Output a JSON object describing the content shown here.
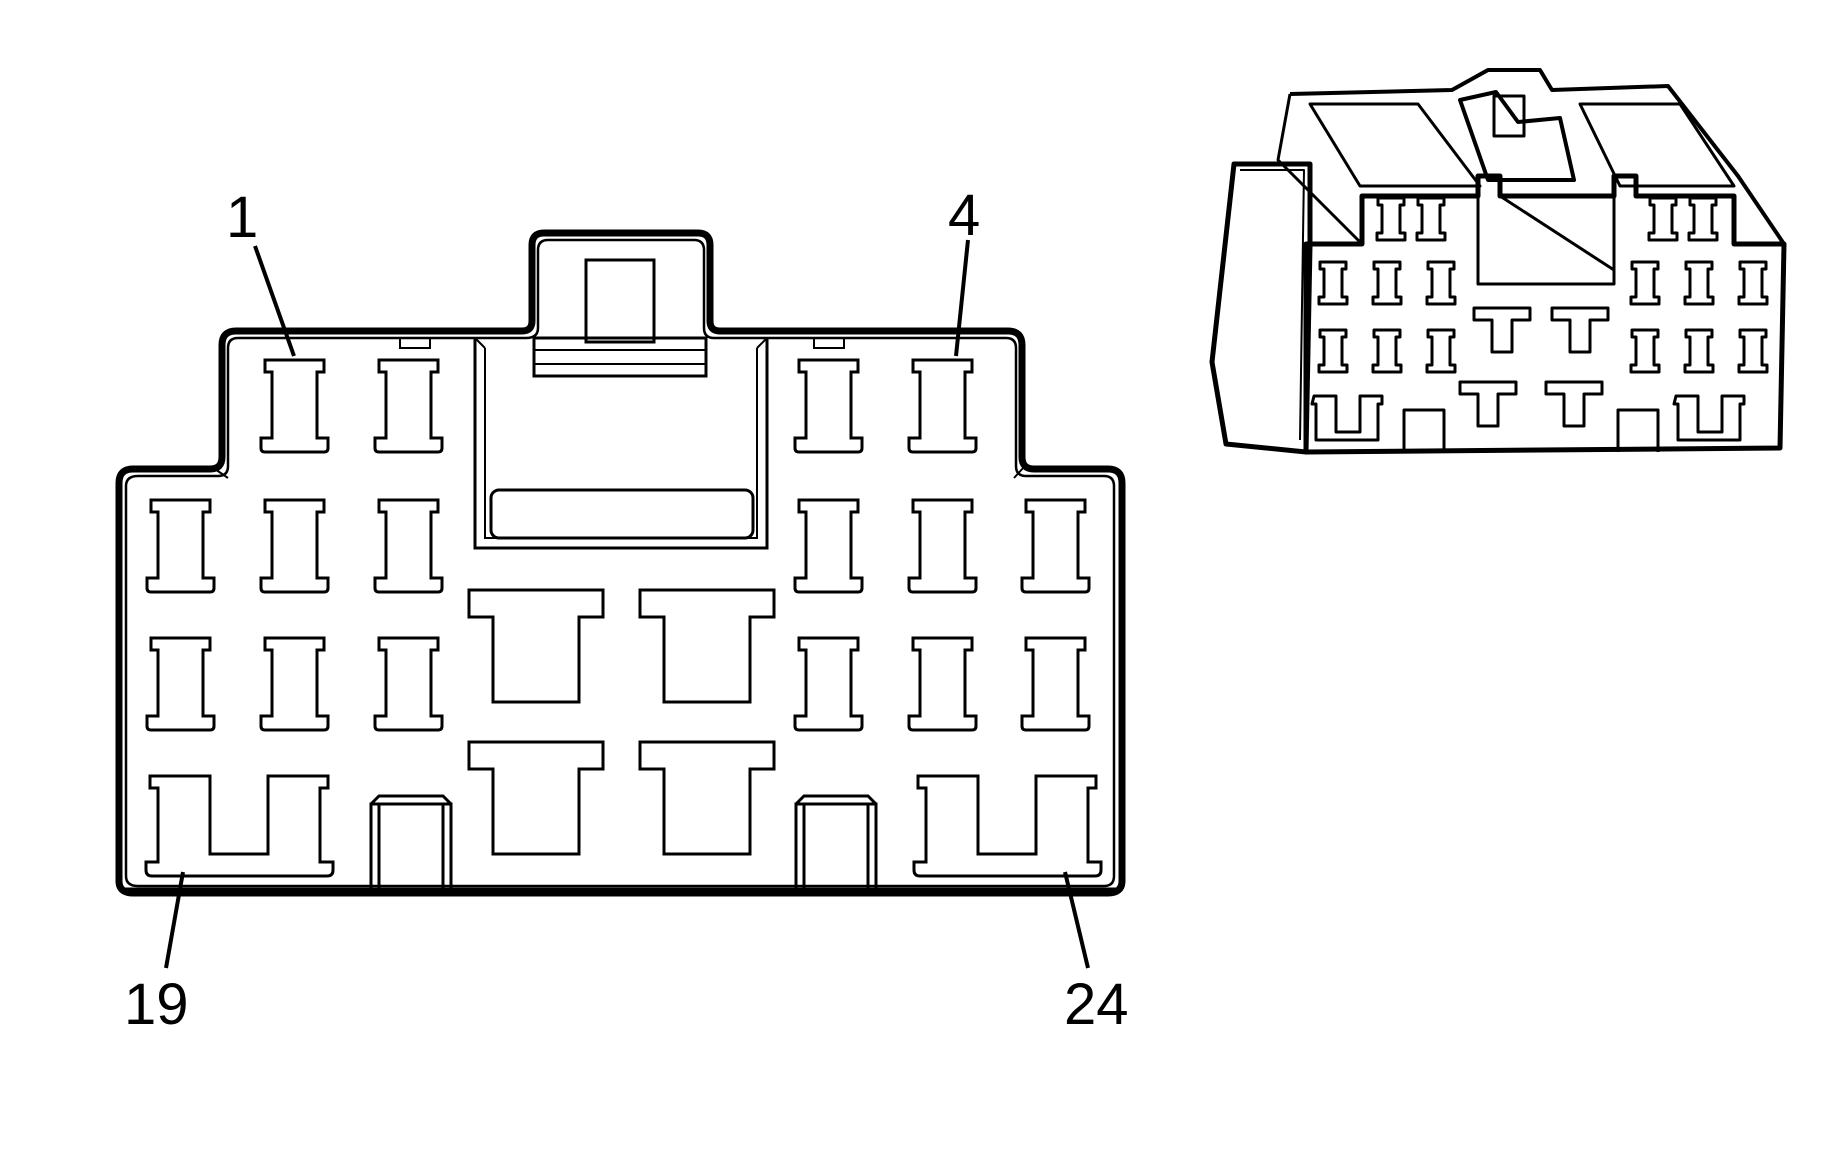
{
  "colors": {
    "line": "#000000",
    "background": "#ffffff"
  },
  "front_view": {
    "pin_labels": {
      "pin_1": "1",
      "pin_4": "4",
      "pin_19": "19",
      "pin_24": "24"
    }
  },
  "iso_view": {}
}
